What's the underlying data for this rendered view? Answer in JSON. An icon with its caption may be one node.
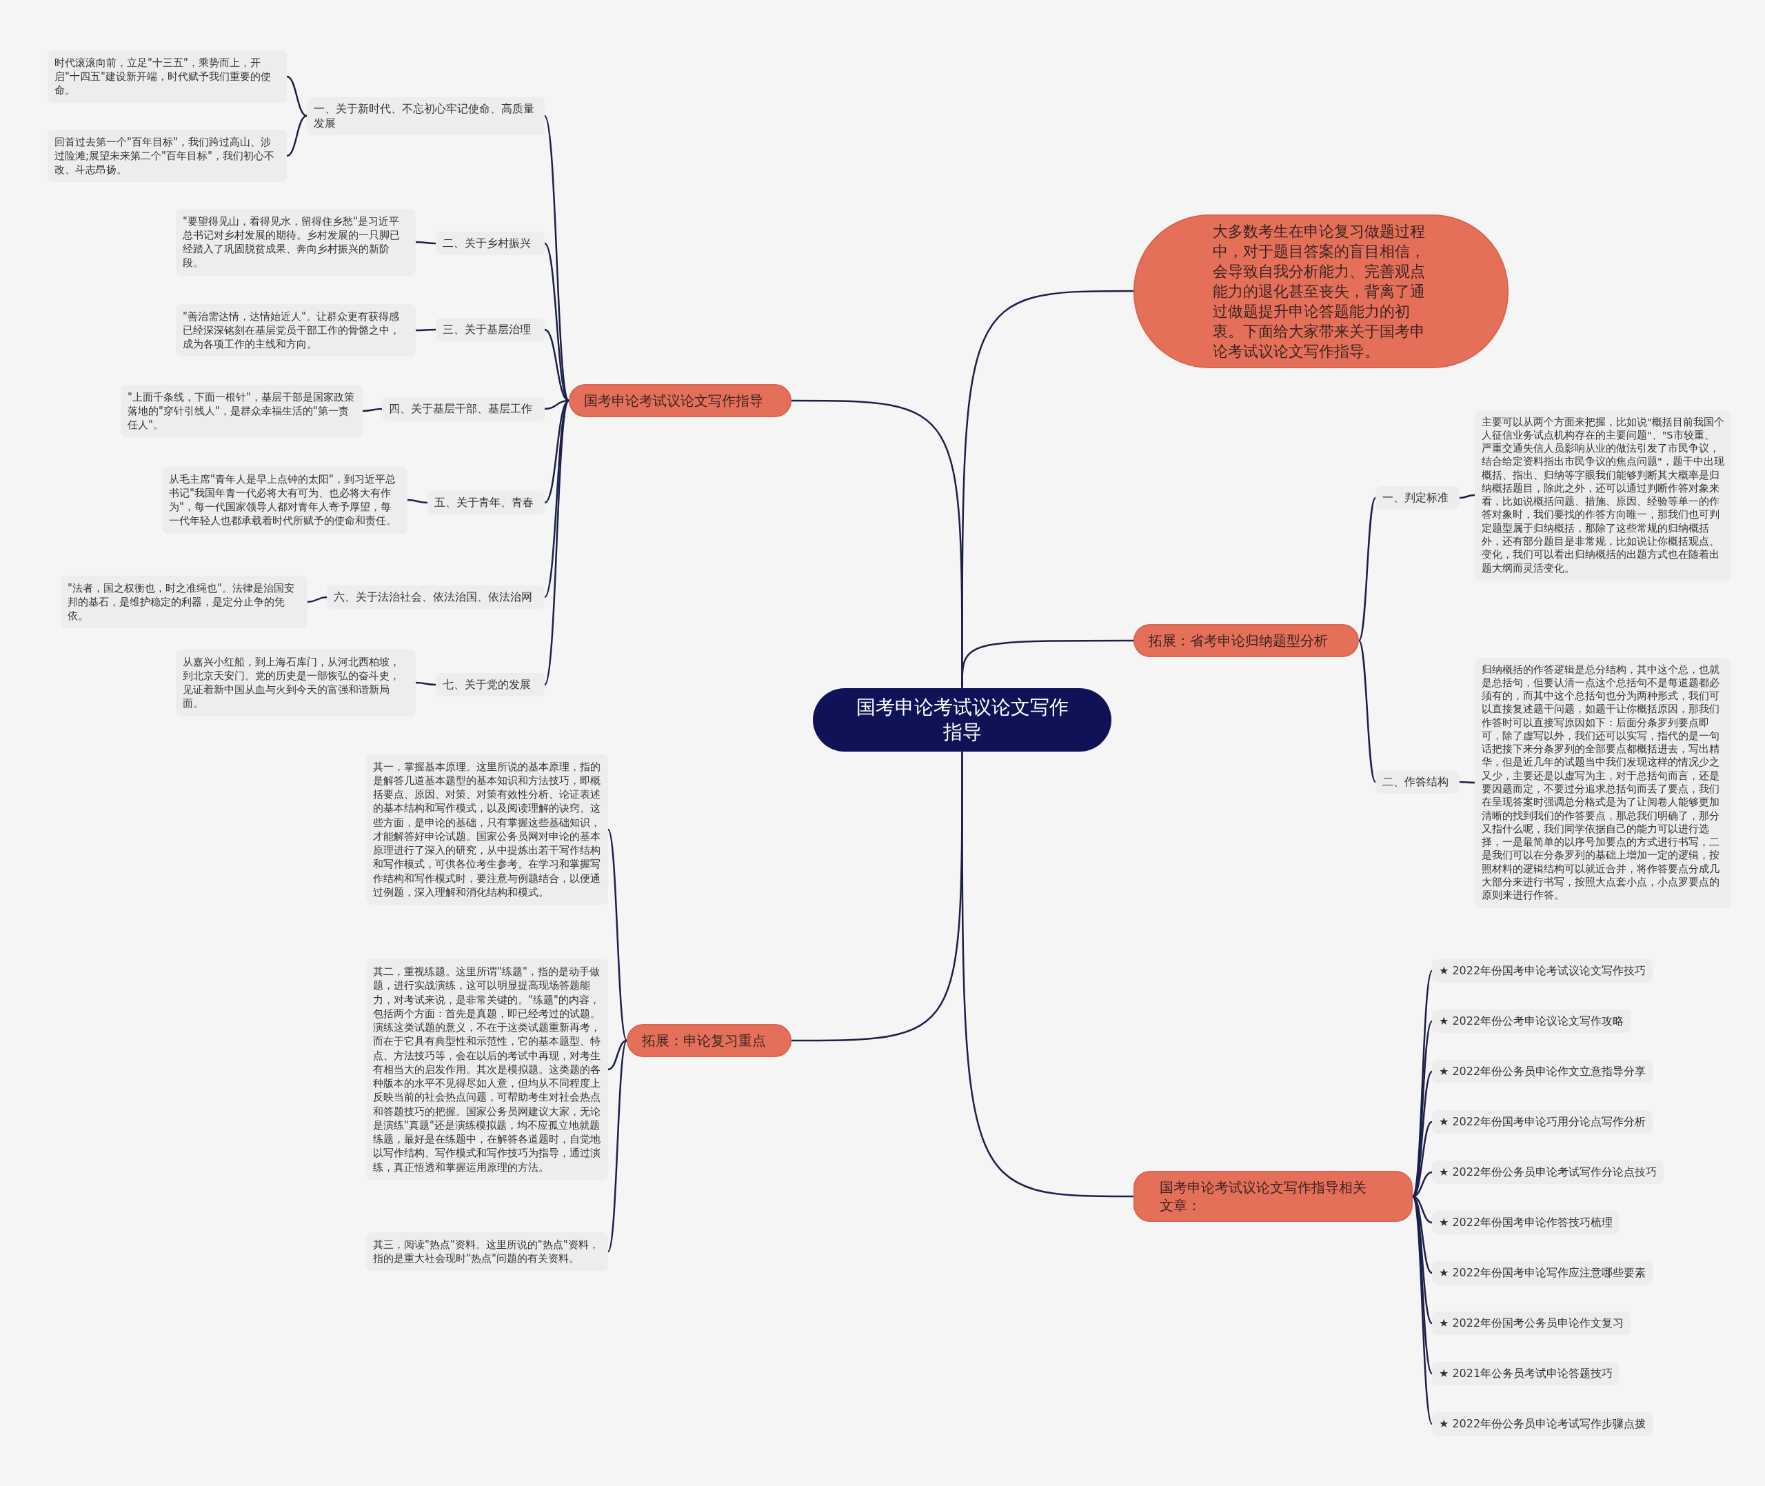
{
  "diagram": {
    "nodes": [
      {
        "text": [
          "国考申论考试议论文写作指导"
        ]
      },
      {
        "text": [
          "大多数考生在申论复习做题过程中，对于题目答案的盲目相信，会导致自我分析能力、完善观点能力的退化甚至丧失，背离了通过做题提升申论答题能力的初衷。下面给大家带来关于国考申论考试议论文写作指导。"
        ]
      },
      {
        "text": [
          "国考申论考试议论文写作指导"
        ]
      },
      {
        "text": [
          "一、关于新时代、不忘初心牢记使命、高质量发展"
        ]
      },
      {
        "text": [
          "时代滚滚向前，立足\"十三五\"，乘势而上，开启\"十四五\"建设新开端，时代赋予我们重要的使命。"
        ]
      },
      {
        "text": [
          "回首过去第一个\"百年目标\"，我们跨过高山、涉过险滩;展望未来第二个\"百年目标\"，我们初心不改、斗志昂扬。"
        ]
      },
      {
        "text": [
          "二、关于乡村振兴"
        ]
      },
      {
        "text": [
          "\"要望得见山，看得见水，留得住乡愁\"是习近平总书记对乡村发展的期待。乡村发展的一只脚已经踏入了巩固脱贫成果、奔向乡村振兴的新阶段。"
        ]
      },
      {
        "text": [
          "三、关于基层治理"
        ]
      },
      {
        "text": [
          "\"善治需达情，达情始近人\"。让群众更有获得感已经深深铭刻在基层党员干部工作的骨骼之中，成为各项工作的主线和方向。"
        ]
      },
      {
        "text": [
          "四、关于基层干部、基层工作"
        ]
      },
      {
        "text": [
          "\"上面千条线，下面一根针\"，基层干部是国家政策落地的\"穿针引线人\"，是群众幸福生活的\"第一责任人\"。"
        ]
      },
      {
        "text": [
          "五、关于青年、青春"
        ]
      },
      {
        "text": [
          "从毛主席\"青年人是早上点钟的太阳\"，到习近平总书记\"我国年青一代必将大有可为、也必将大有作为\"，每一代国家领导人都对青年人寄予厚望，每一代年轻人也都承载着时代所赋予的使命和责任。"
        ]
      },
      {
        "text": [
          "六、关于法治社会、依法治国、依法治网"
        ]
      },
      {
        "text": [
          "\"法者，国之权衡也，时之准绳也\"。法律是治国安邦的基石，是维护稳定的利器，是定分止争的凭依。"
        ]
      },
      {
        "text": [
          "七、关于党的发展"
        ]
      },
      {
        "text": [
          "从嘉兴小红船，到上海石库门，从河北西柏坡，到北京天安门。党的历史是一部恢弘的奋斗史，见证着新中国从血与火到今天的富强和谐新局面。"
        ]
      },
      {
        "text": [
          "拓展：申论复习重点"
        ]
      },
      {
        "text": [
          "其一，掌握基本原理。这里所说的基本原理，指的是解答几道基本题型的基本知识和方法技巧，即概括要点、原因、对策、对策有效性分析、论证表述的基本结构和写作模式，以及阅读理解的诀窍。这些方面，是申论的基础，只有掌握这些基础知识，才能解答好申论试题。国家公务员网对申论的基本原理进行了深入的研究，从中提炼出若干写作结构和写作模式，可供各位考生参考。在学习和掌握写作结构和写作模式时，要注意与例题结合，以便通过例题，深入理解和消化结构和模式。"
        ]
      },
      {
        "text": [
          "其二，重视练题。这里所谓\"练题\"，指的是动手做题，进行实战演练，这可以明显提高现场答题能力，对考试来说，是非常关键的。\"练题\"的内容，包括两个方面：首先是真题，即已经考过的试题。演练这类试题的意义，不在于这类试题重新再考，而在于它具有典型性和示范性，它的基本题型、特点、方法技巧等，会在以后的考试中再现，对考生有相当大的启发作用。其次是模拟题。这类题的各种版本的水平不见得尽如人意，但均从不同程度上反映当前的社会热点问题，可帮助考生对社会热点和答题技巧的把握。国家公务员网建议大家，无论是演练\"真题\"还是演练模拟题，均不应孤立地就题练题，最好是在练题中，在解答各道题时，自觉地以写作结构、写作模式和写作技巧为指导，通过演练，真正悟透和掌握运用原理的方法。"
        ]
      },
      {
        "text": [
          "其三，阅读\"热点\"资料。这里所说的\"热点\"资料，指的是重大社会现时\"热点\"问题的有关资料。"
        ]
      },
      {
        "text": [
          "拓展：省考申论归纳题型分析"
        ]
      },
      {
        "text": [
          "一、判定标准"
        ]
      },
      {
        "text": [
          "主要可以从两个方面来把握，比如说\"概括目前我国个人征信业务试点机构存在的主要问题\"、\"S市较重、严重交通失信人员影响从业的做法引发了市民争议，结合给定资料指出市民争议的焦点问题\"，题干中出现概括、指出、归纳等字眼我们能够判断其大概率是归纳概括题目，除此之外，还可以通过判断作答对象来看，比如说概括问题、措施、原因、经验等单一的作答对象时，我们要找的作答方向唯一，那我们也可判定题型属于归纳概括，那除了这些常规的归纳概括外，还有部分题目是非常规，比如说让你概括观点、变化，我们可以看出归纳概括的出题方式也在随着出题大纲而灵活变化。"
        ]
      },
      {
        "text": [
          "二、作答结构"
        ]
      },
      {
        "text": [
          "归纳概括的作答逻辑是总分结构，其中这个总，也就是总括句，但要认清一点这个总括句不是每道题都必须有的，而其中这个总括句也分为两种形式，我们可以直接复述题干问题，如题干让你概括原因，那我们作答时可以直接写原因如下：后面分条罗列要点即可，除了虚写以外，我们还可以实写，指代的是一句话把接下来分条罗列的全部要点都概括进去，写出精华，但是近几年的试题当中我们发现这样的情况少之又少，主要还是以虚写为主，对于总括句而言，还是要因题而定，不要过分追求总括句而丢了要点，我们在呈现答案时强调总分格式是为了让阅卷人能够更加清晰的找到我们的作答要点，那总我们明确了，那分又指什么呢，我们同学依据自己的能力可以进行选择，一是最简单的以序号加要点的方式进行书写，二是我们可以在分条罗列的基础上增加一定的逻辑，按照材料的逻辑结构可以就近合并，将作答要点分成几大部分来进行书写，按照大点套小点，小点罗要点的原则来进行作答。"
        ]
      },
      {
        "text": [
          "国考申论考试议论文写作指导相关文章："
        ]
      },
      {
        "text": [
          "★ 2022年份国考申论考试议论文写作技巧"
        ]
      },
      {
        "text": [
          "★ 2022年份公考申论议论文写作攻略"
        ]
      },
      {
        "text": [
          "★ 2022年份公务员申论作文立意指导分享"
        ]
      },
      {
        "text": [
          "★ 2022年份国考申论巧用分论点写作分析"
        ]
      },
      {
        "text": [
          "★ 2022年份公务员申论考试写作分论点技巧"
        ]
      },
      {
        "text": [
          "★ 2022年份国考申论作答技巧梳理"
        ]
      },
      {
        "text": [
          "★ 2022年份国考申论写作应注意哪些要素"
        ]
      },
      {
        "text": [
          "★ 2022年份国考公务员申论作文复习"
        ]
      },
      {
        "text": [
          "★ 2021年公务员考试申论答题技巧"
        ]
      },
      {
        "text": [
          "★ 2022年份公务员申论考试写作步骤点拨"
        ]
      }
    ],
    "edges": [
      {
        "from": 0,
        "to": 1,
        "arrow": "none"
      },
      {
        "from": 0,
        "to": 2,
        "arrow": "none"
      },
      {
        "from": 2,
        "to": 3,
        "arrow": "none"
      },
      {
        "from": 3,
        "to": 4,
        "arrow": "none"
      },
      {
        "from": 3,
        "to": 5,
        "arrow": "none"
      },
      {
        "from": 2,
        "to": 6,
        "arrow": "none"
      },
      {
        "from": 6,
        "to": 7,
        "arrow": "none"
      },
      {
        "from": 2,
        "to": 8,
        "arrow": "none"
      },
      {
        "from": 8,
        "to": 9,
        "arrow": "none"
      },
      {
        "from": 2,
        "to": 10,
        "arrow": "none"
      },
      {
        "from": 10,
        "to": 11,
        "arrow": "none"
      },
      {
        "from": 2,
        "to": 12,
        "arrow": "none"
      },
      {
        "from": 12,
        "to": 13,
        "arrow": "none"
      },
      {
        "from": 2,
        "to": 14,
        "arrow": "none"
      },
      {
        "from": 14,
        "to": 15,
        "arrow": "none"
      },
      {
        "from": 2,
        "to": 16,
        "arrow": "none"
      },
      {
        "from": 16,
        "to": 17,
        "arrow": "none"
      },
      {
        "from": 0,
        "to": 18,
        "arrow": "none"
      },
      {
        "from": 18,
        "to": 19,
        "arrow": "none"
      },
      {
        "from": 18,
        "to": 20,
        "arrow": "none"
      },
      {
        "from": 18,
        "to": 21,
        "arrow": "none"
      },
      {
        "from": 0,
        "to": 22,
        "arrow": "none"
      },
      {
        "from": 22,
        "to": 23,
        "arrow": "none"
      },
      {
        "from": 23,
        "to": 24,
        "arrow": "none"
      },
      {
        "from": 22,
        "to": 25,
        "arrow": "none"
      },
      {
        "from": 25,
        "to": 26,
        "arrow": "none"
      },
      {
        "from": 0,
        "to": 27,
        "arrow": "none"
      },
      {
        "from": 27,
        "to": 28,
        "arrow": "none"
      },
      {
        "from": 27,
        "to": 29,
        "arrow": "none"
      },
      {
        "from": 27,
        "to": 30,
        "arrow": "none"
      },
      {
        "from": 27,
        "to": 31,
        "arrow": "none"
      },
      {
        "from": 27,
        "to": 32,
        "arrow": "none"
      },
      {
        "from": 27,
        "to": 33,
        "arrow": "none"
      },
      {
        "from": 27,
        "to": 34,
        "arrow": "none"
      },
      {
        "from": 27,
        "to": 35,
        "arrow": "none"
      },
      {
        "from": 27,
        "to": 36,
        "arrow": "none"
      },
      {
        "from": 27,
        "to": 37,
        "arrow": "none"
      }
    ]
  }
}
